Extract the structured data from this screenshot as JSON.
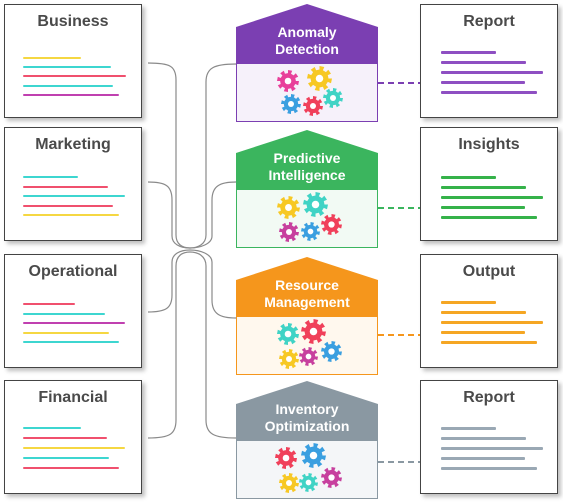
{
  "inputs": [
    {
      "title": "Business",
      "lines": [
        "#F5D742",
        "#3DD6D0",
        "#F0506E",
        "#3DD6D0",
        "#C040B0"
      ]
    },
    {
      "title": "Marketing",
      "lines": [
        "#3DD6D0",
        "#F0506E",
        "#3DD6D0",
        "#F0506E",
        "#F5D742"
      ]
    },
    {
      "title": "Operational",
      "lines": [
        "#F0506E",
        "#3DD6D0",
        "#C040B0",
        "#F5D742",
        "#3DD6D0"
      ]
    },
    {
      "title": "Financial",
      "lines": [
        "#3DD6D0",
        "#F0506E",
        "#F5D742",
        "#3DD6D0",
        "#F0506E"
      ]
    }
  ],
  "engines": [
    {
      "label_line1": "Anomaly",
      "label_line2": "Detection",
      "color": "#7B3FB2",
      "tint": "#F6F1FA"
    },
    {
      "label_line1": "Predictive",
      "label_line2": "Intelligence",
      "color": "#3BB55E",
      "tint": "#F2FAF4"
    },
    {
      "label_line1": "Resource",
      "label_line2": "Management",
      "color": "#F5961C",
      "tint": "#FFF8EE"
    },
    {
      "label_line1": "Inventory",
      "label_line2": "Optimization",
      "color": "#8A98A2",
      "tint": "#F4F6F8"
    }
  ],
  "outputs": [
    {
      "title": "Report",
      "color": "#8E4FC2"
    },
    {
      "title": "Insights",
      "color": "#35B24A"
    },
    {
      "title": "Output",
      "color": "#F5A623"
    },
    {
      "title": "Report",
      "color": "#9AA8B4"
    }
  ],
  "gear_colors": {
    "pink": "#E8409A",
    "yellow": "#F7C824",
    "blue": "#3A9FE0",
    "teal": "#40D3C5",
    "red": "#F0405A",
    "magenta": "#C7409E"
  }
}
